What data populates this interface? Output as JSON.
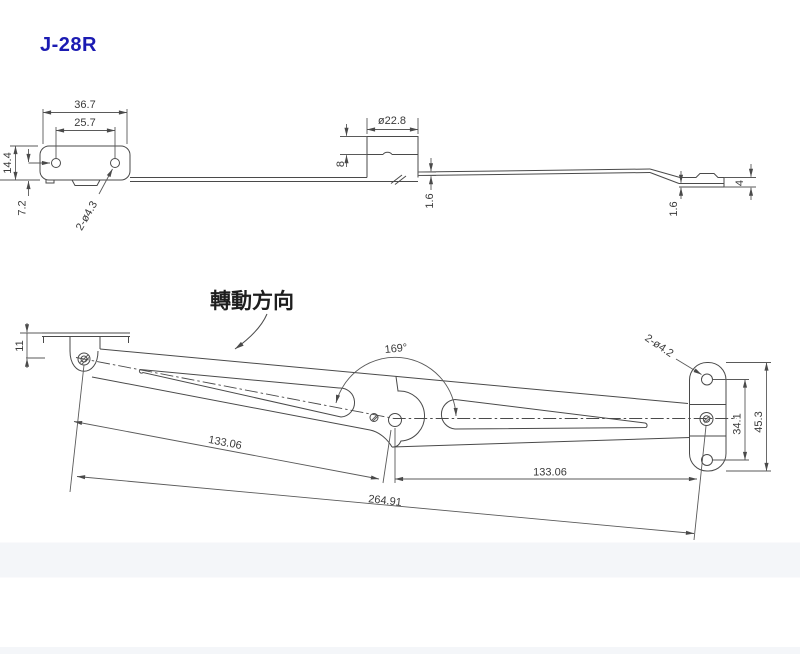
{
  "title": "J-28R",
  "colors": {
    "title_blue": "#1b1bb2",
    "line": "#4a4a4a",
    "band": "#f4f6f9"
  },
  "note": {
    "rotation_direction": "轉動方向"
  },
  "top_view": {
    "dim_overall_width": "36.7",
    "dim_hole_spacing": "25.7",
    "dim_end_height": "14.4",
    "dim_hole_to_bottom": "7.2",
    "label_holes": "2-ø4.3",
    "dim_boss_diameter": "ø22.8",
    "dim_boss_height": "8",
    "dim_thickness_mid": "1.6",
    "dim_thickness_end": "1.6",
    "dim_end_plate_height": "4"
  },
  "bottom_view": {
    "dim_angle": "169°",
    "dim_bracket_height": "11",
    "label_holes": "2-ø4.2",
    "dim_hole_spacing": "34.1",
    "dim_plate_width": "45.3",
    "dim_left_arm": "133.06",
    "dim_right_arm": "133.06",
    "dim_total": "264.91"
  }
}
